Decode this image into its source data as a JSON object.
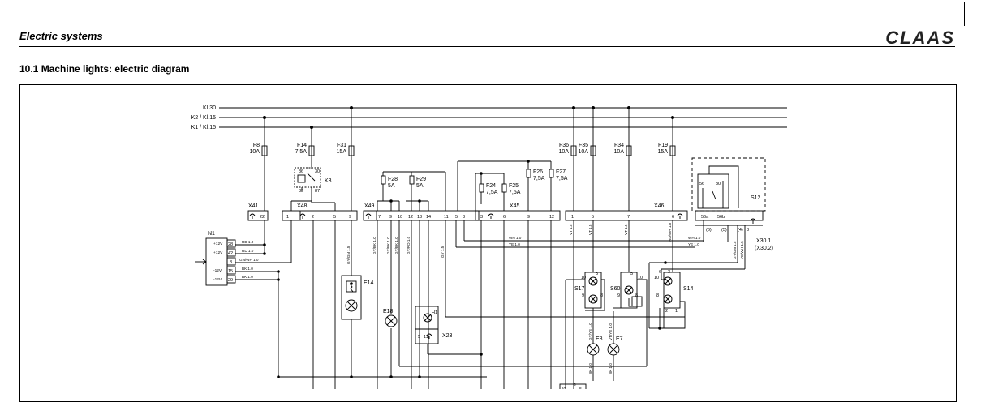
{
  "header": {
    "title": "Electric systems",
    "logo": "CLAAS"
  },
  "section": {
    "title": "10.1   Machine lights: electric diagram"
  },
  "rails": [
    "Kl.30",
    "K2 / Kl.15",
    "K1 / Kl.15"
  ],
  "fuses": [
    {
      "id": "F8",
      "rating": "10A"
    },
    {
      "id": "F14",
      "rating": "7,5A"
    },
    {
      "id": "F31",
      "rating": "15A"
    },
    {
      "id": "F28",
      "rating": "5A"
    },
    {
      "id": "F29",
      "rating": "5A"
    },
    {
      "id": "F24",
      "rating": "7,5A"
    },
    {
      "id": "F25",
      "rating": "7,5A"
    },
    {
      "id": "F26",
      "rating": "7,5A"
    },
    {
      "id": "F27",
      "rating": "7,5A"
    },
    {
      "id": "F36",
      "rating": "10A"
    },
    {
      "id": "F35",
      "rating": "10A"
    },
    {
      "id": "F34",
      "rating": "10A"
    },
    {
      "id": "F19",
      "rating": "15A"
    }
  ],
  "relay": {
    "id": "K3",
    "pins": [
      "86",
      "30",
      "85",
      "87"
    ]
  },
  "connectors": {
    "x41": {
      "id": "X41",
      "pin": "22"
    },
    "x48": {
      "id": "X48",
      "pins": [
        "1",
        "2",
        "5",
        "9"
      ]
    },
    "x49": {
      "id": "X49",
      "pins": [
        "7",
        "9",
        "10",
        "12",
        "13",
        "14",
        "11",
        "5",
        "3"
      ]
    },
    "x45": {
      "id": "X45",
      "pins": [
        "3",
        "6",
        "9",
        "12"
      ]
    },
    "x46": {
      "id": "X46",
      "pins": [
        "1",
        "5",
        "7",
        "6"
      ]
    },
    "x23": {
      "id": "X23",
      "pins": [
        "5",
        "11"
      ]
    },
    "x30": {
      "id": "X30.1",
      "alt": "(X30.2)",
      "pins": [
        "(6)",
        "(5)",
        "(4)",
        "8"
      ]
    }
  },
  "module_n1": {
    "id": "N1",
    "rows": [
      {
        "label": "+12V",
        "pin": "28",
        "wire": "RD 1.0"
      },
      {
        "label": "+12V",
        "pin": "42",
        "wire": "RD 1.0"
      },
      {
        "label": "",
        "pin": "3",
        "wire": "GN/WH 1.0"
      },
      {
        "label": "-12V",
        "pin": "15",
        "wire": "BK 1.0"
      },
      {
        "label": "-12V",
        "pin": "29",
        "wire": "BK 1.0"
      }
    ]
  },
  "wires": {
    "w1": "GY/GN 1.5",
    "w2": "GY/BK 1.0",
    "w3": "GY/BK 1.0",
    "w4": "GY/BK 1.0",
    "w5": "GY/RD 1.0",
    "w6": "GY 1.5",
    "w7": "WH 1.0",
    "w8": "YE 1.0",
    "w9": "VT 1.5",
    "w10": "VT 1.5",
    "w11": "VT 1.5",
    "w12": "RD/WH 1.5",
    "w13": "WH 1.0",
    "w14": "YE 1.0",
    "w15": "GY/GN 1.5",
    "w16": "YE/WH 1.5",
    "w17": "GY/YE 1.0",
    "w18": "VT/YE 1.0",
    "w19": "BK 1.0",
    "w20": "BK 1.0"
  },
  "switch_s12": {
    "id": "S12",
    "pins": [
      "56",
      "30",
      "56a",
      "56b"
    ]
  },
  "switches": [
    {
      "id": "S17",
      "pins": [
        "10",
        "5",
        "9",
        "8"
      ]
    },
    {
      "id": "S60",
      "pins": [
        "5",
        "10",
        "9",
        "8"
      ]
    },
    {
      "id": "S14",
      "pins": [
        "6",
        "3",
        "10",
        "8",
        "2",
        "1"
      ]
    }
  ],
  "lamps": [
    {
      "id": "E14"
    },
    {
      "id": "E18"
    },
    {
      "id": "H1"
    },
    {
      "id": "E8"
    },
    {
      "id": "E7"
    }
  ],
  "bottom_pins": [
    "10",
    "5",
    "8"
  ]
}
